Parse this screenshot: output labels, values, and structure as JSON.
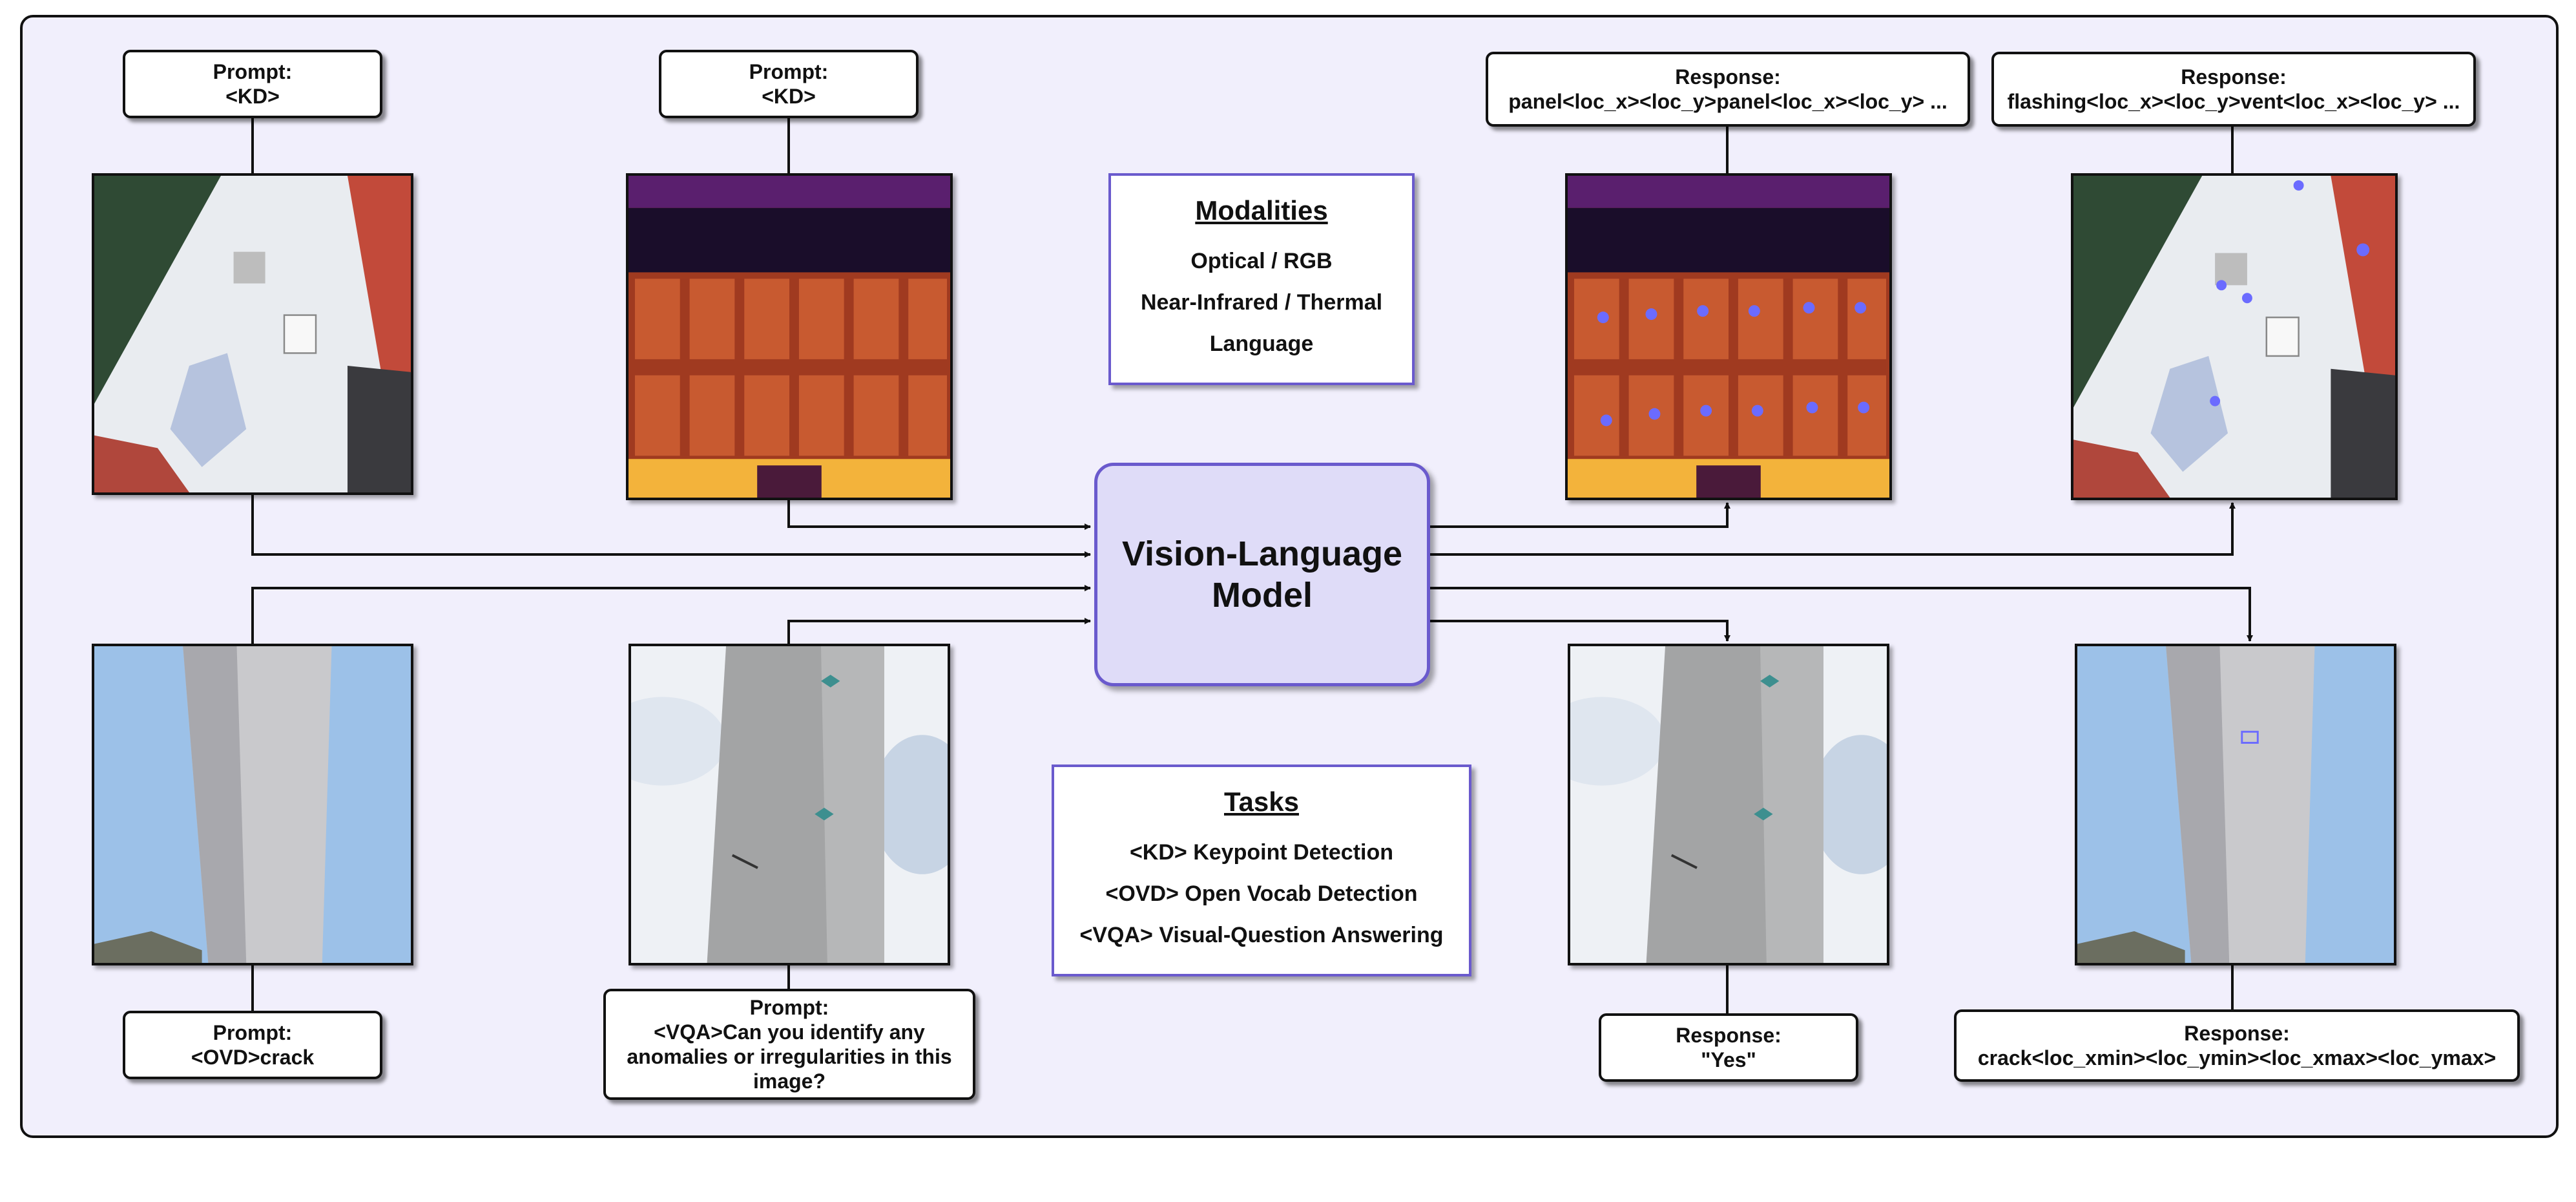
{
  "center": {
    "line1": "Vision-Language",
    "line2": "Model"
  },
  "modalities": {
    "title": "Modalities",
    "items": [
      "Optical / RGB",
      "Near-Infrared / Thermal",
      "Language"
    ]
  },
  "tasks": {
    "title": "Tasks",
    "items": [
      "<KD> Keypoint Detection",
      "<OVD> Open Vocab Detection",
      "<VQA> Visual-Question Answering"
    ]
  },
  "callouts": {
    "kd_rgb": {
      "head": "Prompt:",
      "lines": [
        "<KD>"
      ]
    },
    "kd_thermal": {
      "head": "Prompt:",
      "lines": [
        "<KD>"
      ]
    },
    "resp_thermal": {
      "head": "Response:",
      "lines": [
        "panel<loc_x><loc_y>panel<loc_x><loc_y> ..."
      ]
    },
    "resp_rgb": {
      "head": "Response:",
      "lines": [
        "flashing<loc_x><loc_y>vent<loc_x><loc_y> ..."
      ]
    },
    "ovd": {
      "head": "Prompt:",
      "lines": [
        "<OVD>crack"
      ]
    },
    "vqa": {
      "head": "Prompt:",
      "lines": [
        "<VQA>Can you identify any",
        "anomalies or irregularities in this",
        "image?"
      ]
    },
    "resp_vqa": {
      "head": "Response:",
      "lines": [
        "\"Yes\""
      ]
    },
    "resp_ovd": {
      "head": "Response:",
      "lines": [
        "crack<loc_xmin><loc_ymin><loc_xmax><loc_ymax>"
      ]
    }
  },
  "colors": {
    "accent": "#6a5acd",
    "panel_bg": "#f1effc",
    "model_fill": "#dfdcf8",
    "keypoint": "#6b6bff"
  }
}
